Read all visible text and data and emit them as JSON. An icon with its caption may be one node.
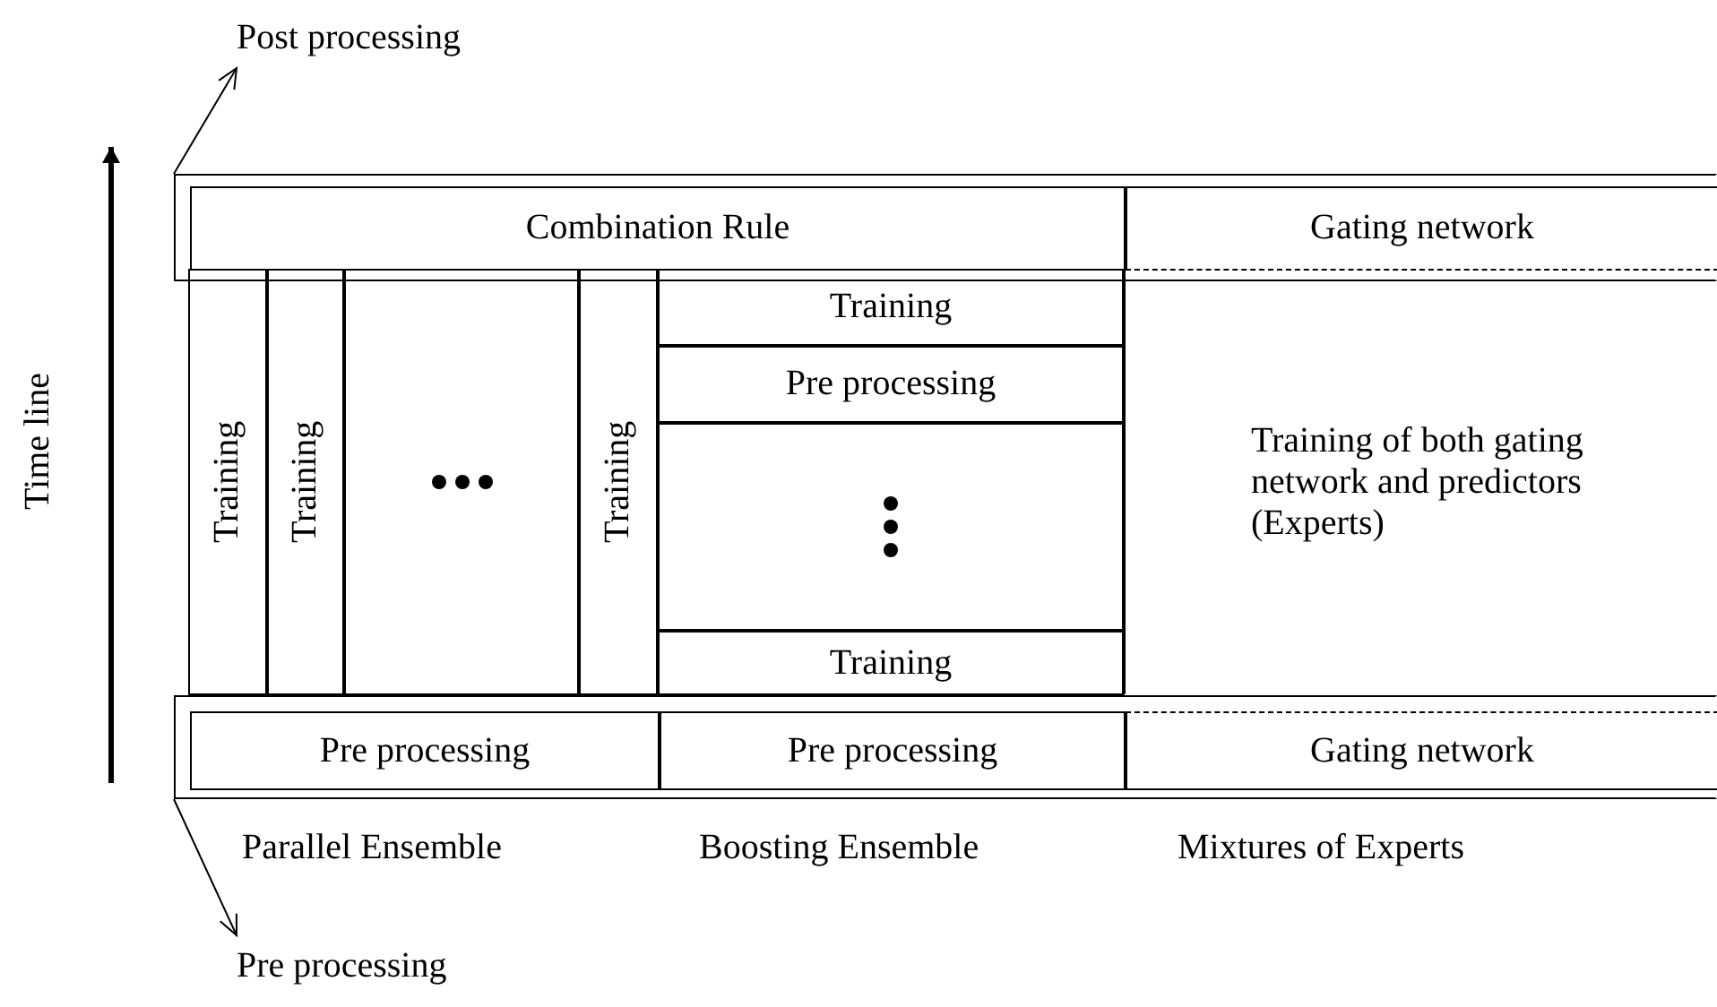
{
  "diagram": {
    "nodes": [
      {
        "text": [
          "Post processing"
        ]
      },
      {
        "text": [],
        "shape": "box"
      },
      {
        "text": [
          "Combination Rule"
        ],
        "in": 1
      },
      {
        "text": [
          "Gating network"
        ],
        "in": 1
      },
      {
        "text": [
          "Training"
        ]
      },
      {
        "text": [
          "Training"
        ]
      },
      {
        "text": [],
        "shape": "box"
      },
      {
        "text": [
          "Training"
        ]
      },
      {
        "text": [
          "Training"
        ]
      },
      {
        "text": [
          "Pre processing"
        ]
      },
      {
        "text": [],
        "shape": "box"
      },
      {
        "text": [
          "Training"
        ]
      },
      {
        "text": [
          "Training of both gating network and predictors (Experts)"
        ]
      },
      {
        "text": [],
        "shape": "box"
      },
      {
        "text": [
          "Pre processing"
        ],
        "in": 13
      },
      {
        "text": [
          "Pre processing"
        ],
        "in": 13
      },
      {
        "text": [
          "Gating network"
        ],
        "in": 13
      },
      {
        "text": [
          "Pre processing"
        ]
      }
    ],
    "edges": [
      {
        "from": 1,
        "to": 0,
        "arrow": "to"
      },
      {
        "from": 13,
        "to": 17,
        "arrow": "to"
      }
    ],
    "labels": [
      "Time line",
      "Parallel Ensemble",
      "Boosting Ensemble",
      "Mixtures of Experts"
    ]
  }
}
